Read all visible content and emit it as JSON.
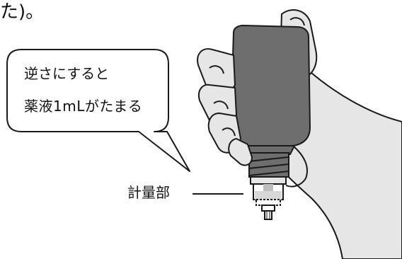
{
  "top_text": "た)。",
  "speech_bubble": {
    "line1": "逆さにすると",
    "line2": "薬液1mLがたまる"
  },
  "part_label": "計量部",
  "colors": {
    "bottle_body": "#6e6e6e",
    "hand_fill": "#e6e6e6",
    "outline": "#1a1a1a",
    "background": "#ffffff"
  }
}
